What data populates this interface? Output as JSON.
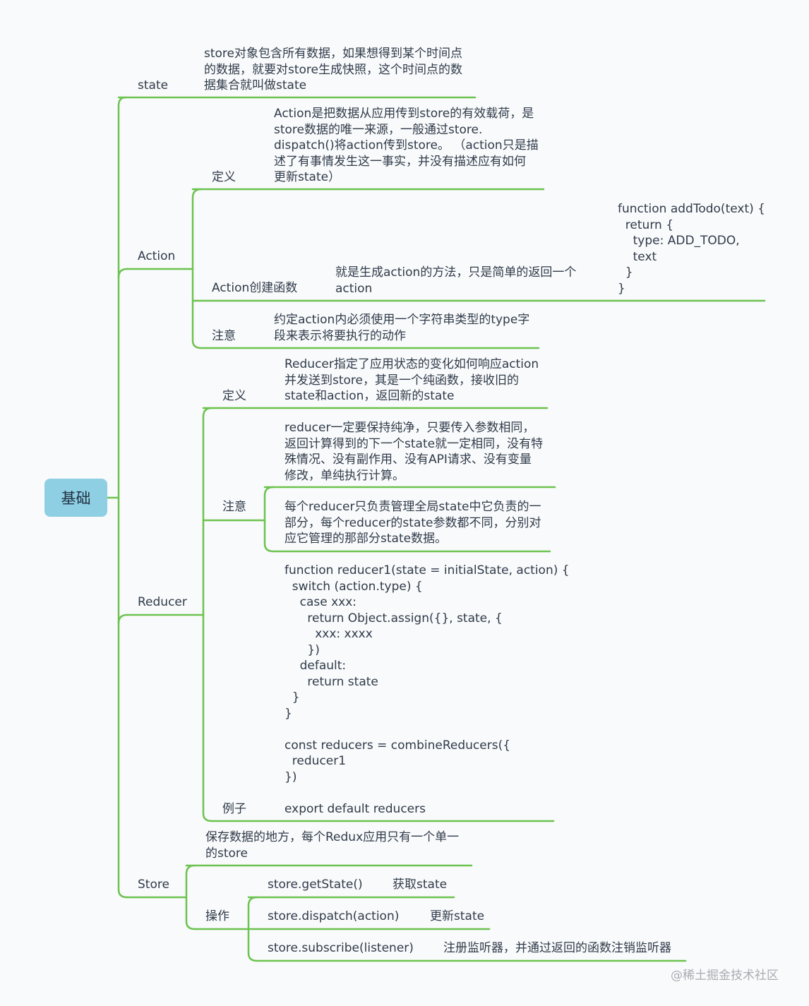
{
  "root": "基础",
  "branches": {
    "state": {
      "label": "state",
      "note": "store对象包含所有数据，如果想得到某个时间点\n的数据，就要对store生成快照，这个时间点的数\n据集合就叫做state"
    },
    "action": {
      "label": "Action",
      "definition": {
        "label": "定义",
        "text": "Action是把数据从应用传到store的有效载荷，是\nstore数据的唯一来源，一般通过store.\ndispatch()将action传到store。 （action只是描\n述了有事情发生这一事实，并没有描述应有如何\n更新state）"
      },
      "creator": {
        "label": "Action创建函数",
        "text": "就是生成action的方法，只是简单的返回一个\naction",
        "code": "function addTodo(text) {\n  return {\n    type: ADD_TODO,\n    text\n  }\n}"
      },
      "notice": {
        "label": "注意",
        "text": "约定action内必须使用一个字符串类型的type字\n段来表示将要执行的动作"
      }
    },
    "reducer": {
      "label": "Reducer",
      "definition": {
        "label": "定义",
        "text": "Reducer指定了应用状态的变化如何响应action\n并发送到store，其是一个纯函数，接收旧的\nstate和action，返回新的state"
      },
      "notice": {
        "label": "注意",
        "items": [
          "reducer一定要保持纯净，只要传入参数相同，\n返回计算得到的下一个state就一定相同，没有特\n殊情况、没有副作用、没有API请求、没有变量\n修改，单纯执行计算。",
          "每个reducer只负责管理全局state中它负责的一\n部分，每个reducer的state参数都不同，分别对\n应它管理的那部分state数据。"
        ]
      },
      "example": {
        "label": "例子",
        "code": "function reducer1(state = initialState, action) {\n  switch (action.type) {\n    case xxx:\n      return Object.assign({}, state, {\n        xxx: xxxx\n      })\n    default:\n      return state\n  }\n}\n\nconst reducers = combineReducers({\n  reducer1\n})\n\nexport default reducers"
      }
    },
    "store": {
      "label": "Store",
      "note": "保存数据的地方，每个Redux应用只有一个单一\n的store",
      "operations": {
        "label": "操作",
        "items": [
          {
            "method": "store.getState()",
            "desc": "获取state"
          },
          {
            "method": "store.dispatch(action)",
            "desc": "更新state"
          },
          {
            "method": "store.subscribe(listener)",
            "desc": "注册监听器，并通过返回的函数注销监听器"
          }
        ]
      }
    }
  },
  "watermark": "@稀土掘金技术社区",
  "colors": {
    "line": "#6cc34f",
    "root_fill": "#8fcfe3",
    "text": "#2f3b4a",
    "background": "#f9fafb"
  }
}
